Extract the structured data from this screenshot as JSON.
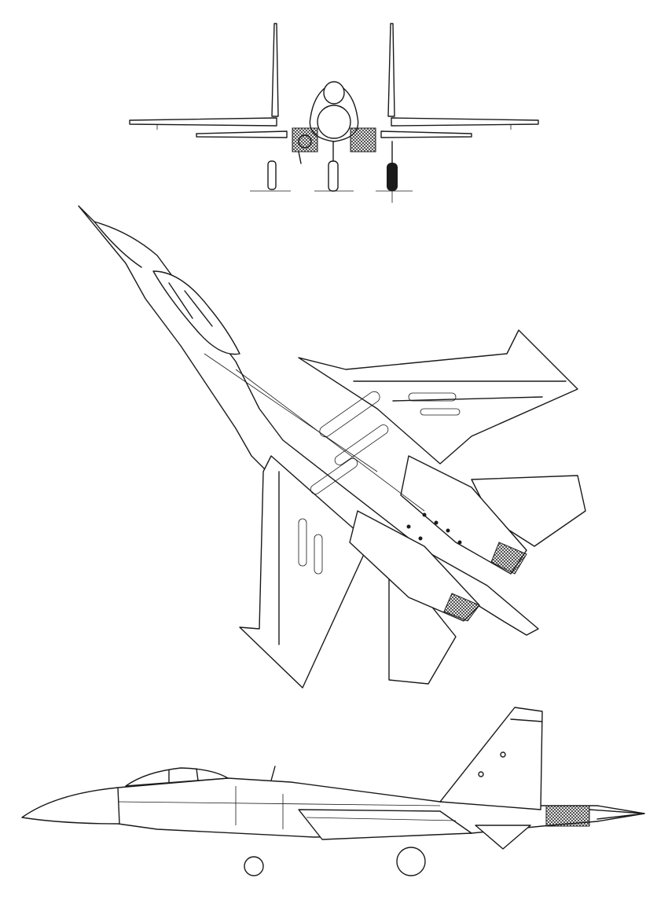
{
  "figure": {
    "views": [
      {
        "name": "front-view"
      },
      {
        "name": "top-view"
      },
      {
        "name": "side-view"
      }
    ],
    "colors": {
      "line": "#1a1a1a",
      "background": "#ffffff"
    }
  }
}
